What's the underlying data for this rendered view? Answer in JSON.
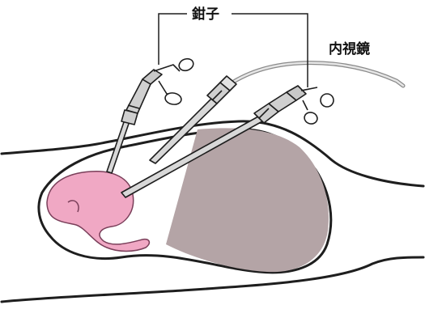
{
  "labels": {
    "forceps": "鉗子",
    "endoscope": "内視鏡"
  },
  "colors": {
    "outline": "#1e1e1e",
    "organ": "#f0a8c4",
    "organ_outline": "#7a3f5a",
    "view_field": "#b4a4a6",
    "instrument": "#d8d8d8",
    "cable": "#e6e6e6"
  },
  "icons": {
    "forceps_left": "forceps-instrument",
    "forceps_right": "forceps-instrument",
    "endoscope": "endoscope-instrument"
  }
}
